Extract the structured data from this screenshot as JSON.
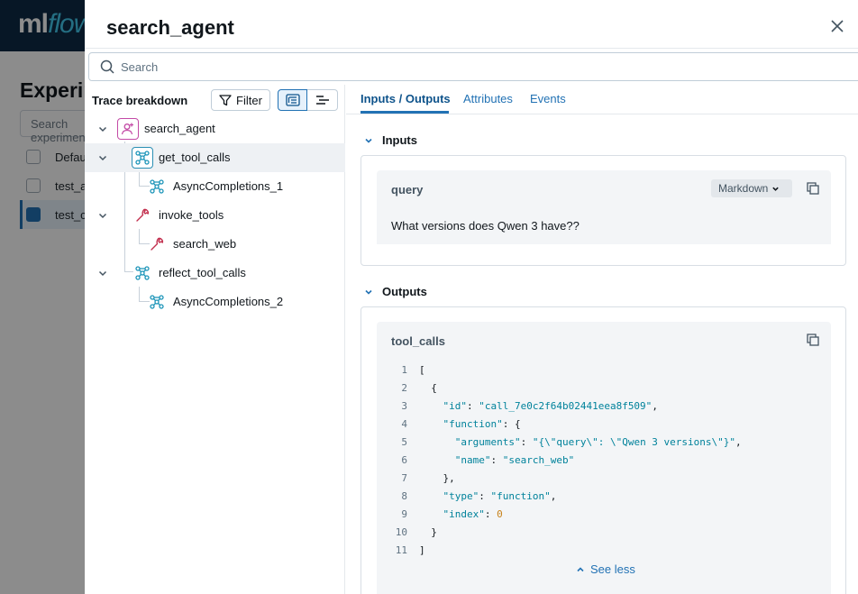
{
  "background": {
    "logo_main": "ml",
    "logo_accent": "flow",
    "page_title": "Experiments",
    "search_placeholder": "Search experiments",
    "rows": [
      {
        "label": "Default",
        "checked": false
      },
      {
        "label": "test_a",
        "checked": false
      },
      {
        "label": "test_c",
        "checked": true
      }
    ]
  },
  "drawer": {
    "title": "search_agent",
    "search_placeholder": "Search",
    "left": {
      "title": "Trace breakdown",
      "filter_label": "Filter",
      "nodes": [
        {
          "label": "search_agent",
          "type": "agent",
          "depth": 0
        },
        {
          "label": "get_tool_calls",
          "type": "llm",
          "depth": 1,
          "selected": true
        },
        {
          "label": "AsyncCompletions_1",
          "type": "llm",
          "depth": 2
        },
        {
          "label": "invoke_tools",
          "type": "tool",
          "depth": 1
        },
        {
          "label": "search_web",
          "type": "tool",
          "depth": 2
        },
        {
          "label": "reflect_tool_calls",
          "type": "llm",
          "depth": 1
        },
        {
          "label": "AsyncCompletions_2",
          "type": "llm",
          "depth": 2
        }
      ]
    },
    "tabs": [
      {
        "label": "Inputs / Outputs",
        "active": true
      },
      {
        "label": "Attributes",
        "active": false
      },
      {
        "label": "Events",
        "active": false
      }
    ],
    "inputs": {
      "header": "Inputs",
      "field_name": "query",
      "format_label": "Markdown",
      "value": "What versions does Qwen 3 have??"
    },
    "outputs": {
      "header": "Outputs",
      "field_name": "tool_calls",
      "see_less_label": "See less",
      "line_numbers": [
        "1",
        "2",
        "3",
        "4",
        "5",
        "6",
        "7",
        "8",
        "9",
        "10",
        "11"
      ]
    }
  },
  "colors": {
    "accent": "#2272b4",
    "llm_icon": "#1b94b8",
    "tool_icon": "#c22e4d",
    "agent_icon": "#c34aa6"
  }
}
